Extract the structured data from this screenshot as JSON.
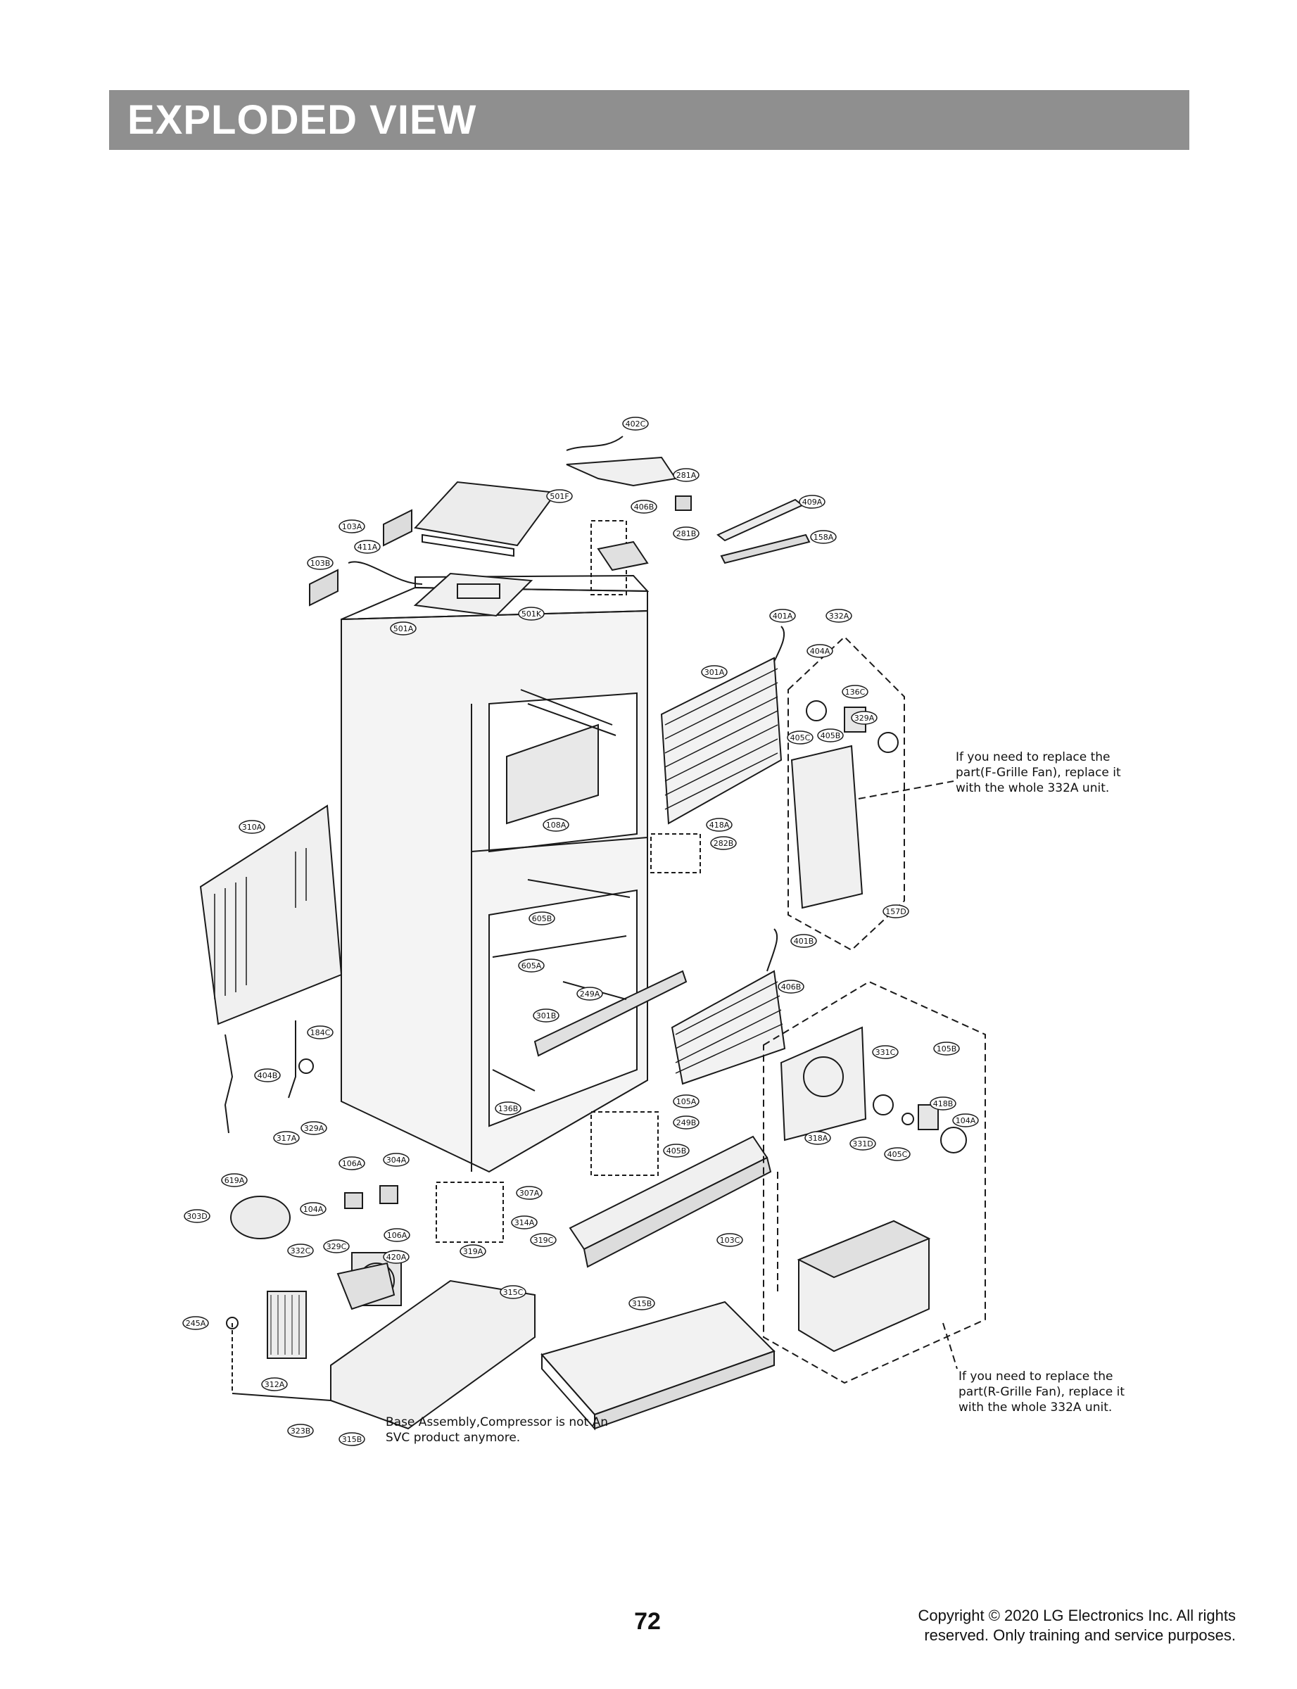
{
  "header": {
    "title": "EXPLODED VIEW"
  },
  "notes": {
    "f_grille_fan": "If you need to replace the\npart(F-Grille Fan), replace it\nwith the whole 332A unit.",
    "r_grille_fan": "If you need to replace the\npart(R-Grille Fan), replace it\nwith the whole 332A unit.",
    "base_assembly": "Base Assembly,Compressor is not An\nSVC product anymore."
  },
  "footer": {
    "page_number": "72",
    "copyright": "Copyright © 2020 LG Electronics Inc. All rights\nreserved. Only training and service purposes."
  },
  "callouts": [
    "402C",
    "281A",
    "409A",
    "406B",
    "501F",
    "158A",
    "281B",
    "103A",
    "411A",
    "103B",
    "501K",
    "501A",
    "401A",
    "332A",
    "404A",
    "301A",
    "136C",
    "329A",
    "405C",
    "405B",
    "108A",
    "418A",
    "282B",
    "310A",
    "157D",
    "605B",
    "401B",
    "605A",
    "406B",
    "249A",
    "301B",
    "184C",
    "105B",
    "331C",
    "404B",
    "105A",
    "418B",
    "136B",
    "249B",
    "104A",
    "329A",
    "317A",
    "318A",
    "331D",
    "405C",
    "405B",
    "106A",
    "304A",
    "619A",
    "307A",
    "104A",
    "303D",
    "314A",
    "106A",
    "319C",
    "103C",
    "332C",
    "329C",
    "420A",
    "319A",
    "315C",
    "315B",
    "245A",
    "312A",
    "323B",
    "315B"
  ]
}
